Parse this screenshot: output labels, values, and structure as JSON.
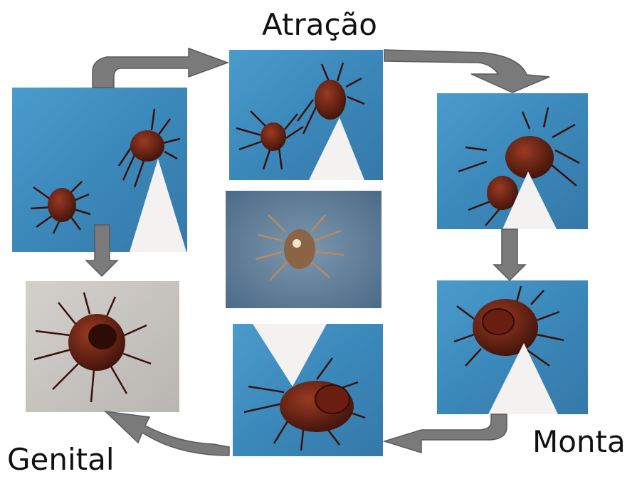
{
  "labels": {
    "attraction": "Atração",
    "mount": "Monta",
    "genital": "Genital"
  },
  "colors": {
    "blue_background": "#3f8fc0",
    "grey_background": "#c9c6c2",
    "center_background": "#5f7f9c",
    "tick_body": "#5a1a10",
    "pale_tick": "#b98a62",
    "arrow_fill": "#7a7a7a",
    "needle": "#f4f1f1"
  },
  "panels": [
    {
      "id": "panel-1",
      "background": "blue",
      "content": "two ticks apart, needle"
    },
    {
      "id": "panel-2",
      "background": "blue",
      "content": "ticks approaching, needle"
    },
    {
      "id": "panel-3",
      "background": "blue",
      "content": "ticks touching on needle"
    },
    {
      "id": "panel-4",
      "background": "blue",
      "content": "mounting on needle"
    },
    {
      "id": "panel-5",
      "background": "blue",
      "content": "pair on needle"
    },
    {
      "id": "panel-6",
      "background": "grey",
      "content": "coupled ticks"
    },
    {
      "id": "panel-center",
      "background": "grey-blue",
      "content": "pale tick"
    }
  ]
}
